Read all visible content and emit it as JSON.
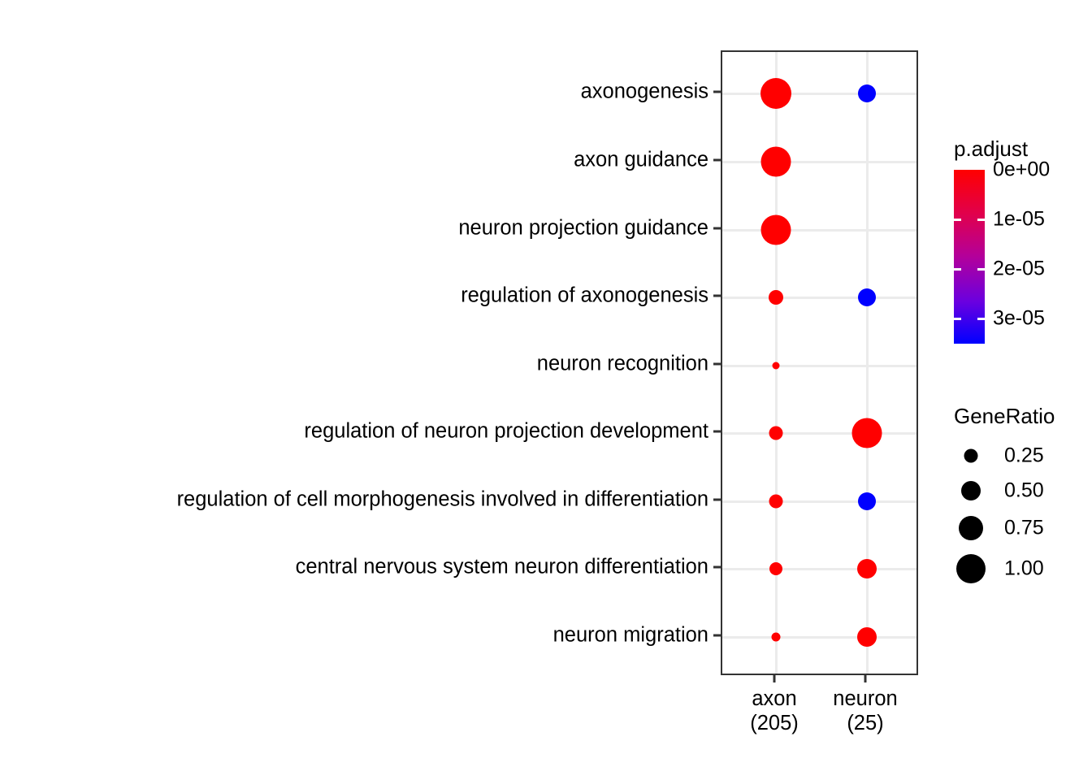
{
  "chart_data": {
    "type": "scatter",
    "title": "",
    "xlabel": "",
    "ylabel": "",
    "grid": true,
    "legend_position": "right",
    "x_categories": [
      "axon\n(205)",
      "neuron\n(25)"
    ],
    "x_tick_labels": [
      {
        "name": "axon",
        "count": "(205)"
      },
      {
        "name": "neuron",
        "count": "(25)"
      }
    ],
    "y_categories": [
      "axonogenesis",
      "axon guidance",
      "neuron projection guidance",
      "regulation of axonogenesis",
      "neuron recognition",
      "regulation of neuron projection development",
      "regulation of cell morphogenesis involved in differentiation",
      "central nervous system neuron differentiation",
      "neuron migration"
    ],
    "size_variable": "GeneRatio",
    "color_variable": "p.adjust",
    "points": [
      {
        "x": "axon",
        "y": "axonogenesis",
        "gene_ratio": 1.0,
        "p_adjust": 0.0,
        "diameter": 38,
        "color": "#ff0000"
      },
      {
        "x": "neuron",
        "y": "axonogenesis",
        "gene_ratio": 0.4,
        "p_adjust": 3.5e-05,
        "diameter": 22,
        "color": "#0000ff"
      },
      {
        "x": "axon",
        "y": "axon guidance",
        "gene_ratio": 0.97,
        "p_adjust": 0.0,
        "diameter": 37,
        "color": "#ff0000"
      },
      {
        "x": "axon",
        "y": "neuron projection guidance",
        "gene_ratio": 0.97,
        "p_adjust": 0.0,
        "diameter": 37,
        "color": "#ff0000"
      },
      {
        "x": "axon",
        "y": "regulation of axonogenesis",
        "gene_ratio": 0.29,
        "p_adjust": 0.0,
        "diameter": 18,
        "color": "#ff0000"
      },
      {
        "x": "neuron",
        "y": "regulation of axonogenesis",
        "gene_ratio": 0.4,
        "p_adjust": 3.5e-05,
        "diameter": 22,
        "color": "#0000ff"
      },
      {
        "x": "axon",
        "y": "neuron recognition",
        "gene_ratio": 0.1,
        "p_adjust": 0.0,
        "diameter": 9,
        "color": "#ff0000"
      },
      {
        "x": "axon",
        "y": "regulation of neuron projection development",
        "gene_ratio": 0.26,
        "p_adjust": 0.0,
        "diameter": 17,
        "color": "#ff0000"
      },
      {
        "x": "neuron",
        "y": "regulation of neuron projection development",
        "gene_ratio": 0.98,
        "p_adjust": 0.0,
        "diameter": 37,
        "color": "#ff0000"
      },
      {
        "x": "axon",
        "y": "regulation of cell morphogenesis involved in differentiation",
        "gene_ratio": 0.25,
        "p_adjust": 0.0,
        "diameter": 17,
        "color": "#ff0000"
      },
      {
        "x": "neuron",
        "y": "regulation of cell morphogenesis involved in differentiation",
        "gene_ratio": 0.4,
        "p_adjust": 3.5e-05,
        "diameter": 22,
        "color": "#0000ff"
      },
      {
        "x": "axon",
        "y": "central nervous system neuron differentiation",
        "gene_ratio": 0.23,
        "p_adjust": 0.0,
        "diameter": 16,
        "color": "#ff0000"
      },
      {
        "x": "neuron",
        "y": "central nervous system neuron differentiation",
        "gene_ratio": 0.5,
        "p_adjust": 0.0,
        "diameter": 24,
        "color": "#ff0000"
      },
      {
        "x": "axon",
        "y": "neuron migration",
        "gene_ratio": 0.13,
        "p_adjust": 0.0,
        "diameter": 11,
        "color": "#ff0000"
      },
      {
        "x": "neuron",
        "y": "neuron migration",
        "gene_ratio": 0.5,
        "p_adjust": 0.0,
        "diameter": 24,
        "color": "#ff0000"
      }
    ]
  },
  "color_legend": {
    "title": "p.adjust",
    "ticks": [
      "0e+00",
      "1e-05",
      "2e-05",
      "3e-05"
    ],
    "tick_values": [
      0.0,
      1e-05,
      2e-05,
      3e-05
    ],
    "range": [
      0.0,
      3.5e-05
    ],
    "high_color": "#ff0000",
    "low_color": "#0000ff"
  },
  "size_legend": {
    "title": "GeneRatio",
    "entries": [
      {
        "label": "0.25",
        "value": 0.25,
        "diameter": 17
      },
      {
        "label": "0.50",
        "value": 0.5,
        "diameter": 24
      },
      {
        "label": "0.75",
        "value": 0.75,
        "diameter": 30
      },
      {
        "label": "1.00",
        "value": 1.0,
        "diameter": 36
      }
    ],
    "dot_color": "#000000"
  },
  "panel": {
    "border_color": "#333333",
    "grid_color": "#ebebeb",
    "background": "#ffffff"
  }
}
